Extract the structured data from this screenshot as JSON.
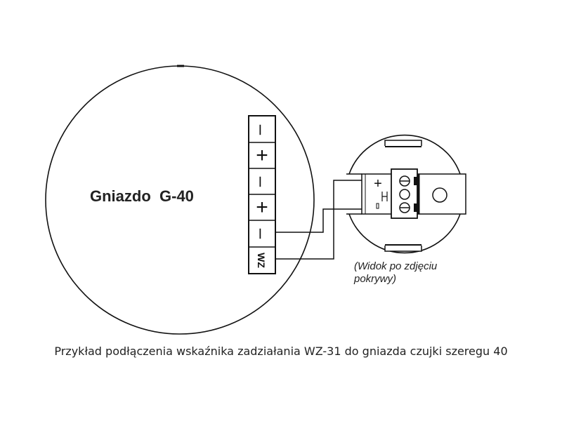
{
  "socket_label": "Gniazdo  G-40",
  "terminals": [
    "–",
    "+",
    "–",
    "+",
    "–",
    "WZ"
  ],
  "view_note_line1": "(Widok po zdjęciu",
  "view_note_line2": "pokrywy)",
  "indicator_marks": {
    "plus": "+",
    "minus": "–"
  },
  "caption": "Przykład podłączenia wskaźnika zadziałania WZ-31 do gniazda czujki szeregu 40",
  "colors": {
    "line": "#111111",
    "text": "#222222"
  }
}
